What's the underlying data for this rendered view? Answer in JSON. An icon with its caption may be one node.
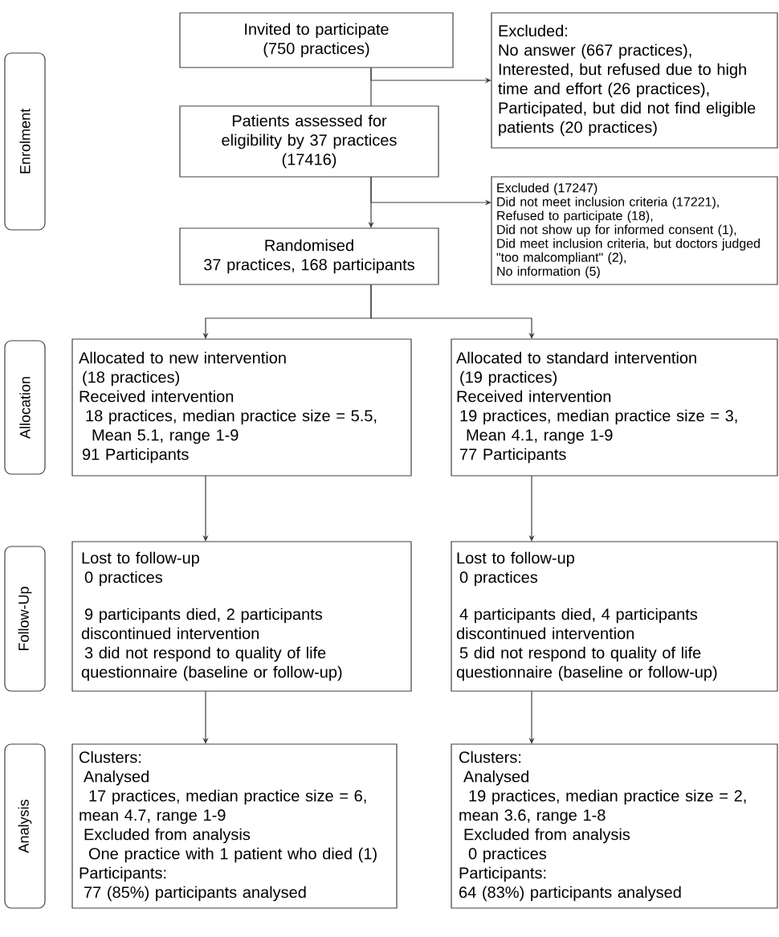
{
  "diagram": {
    "nodes": [
      {
        "text": [
          "Invited to participate (750 practices)"
        ]
      },
      {
        "text": [
          "Excluded:",
          "No answer (667 practices),",
          "Interested, but refused due to high time and effort (26 practices),",
          "Participated, but did not find eligible patients (20 practices)"
        ]
      },
      {
        "text": [
          "Patients assessed for eligibility by 37 practices",
          "(17416)"
        ]
      },
      {
        "text": [
          "Excluded (17247)",
          "Did not meet inclusion criteria (17221),",
          "Refused to participate (18),",
          "Did not show up for informed consent (1),",
          "Did meet inclusion criteria, but doctors judged \"too malcompliant\" (2),",
          "No information (5)"
        ]
      },
      {
        "text": [
          "Randomised",
          "37 practices, 168 participants"
        ]
      },
      {
        "text": [
          "Allocated to new intervention",
          "(18 practices)",
          "Received intervention",
          "18 practices, median practice size = 5.5,",
          "Mean 5.1, range 1-9",
          "91 Participants"
        ]
      },
      {
        "text": [
          "Allocated to standard intervention",
          "(19 practices)",
          "Received intervention",
          "19 practices, median practice size = 3,",
          "Mean 4.1, range 1-9",
          "77 Participants"
        ]
      },
      {
        "text": [
          "Lost to follow-up",
          "0 practices",
          "9 participants died, 2 participants discontinued intervention",
          "3 did not respond to quality of life questionnaire (baseline or follow-up)"
        ]
      },
      {
        "text": [
          "Lost to follow-up",
          "0 practices",
          "4 participants died, 4 participants discontinued intervention",
          "5 did not respond to quality of life questionnaire (baseline or follow-up)"
        ]
      },
      {
        "text": [
          "Clusters:",
          "Analysed",
          "17 practices, median practice size = 6, mean 4.7, range 1-9",
          "Excluded from analysis",
          "One practice with 1 patient who died (1)",
          "Participants:",
          "77 (85%) participants analysed"
        ]
      },
      {
        "text": [
          "Clusters:",
          "Analysed",
          "19 practices, median practice size = 2, mean 3.6, range 1-8",
          "Excluded from analysis",
          "0 practices",
          "Participants:",
          "64 (83%) participants analysed"
        ]
      },
      {
        "text": [
          "Enrolment"
        ]
      },
      {
        "text": [
          "Allocation"
        ]
      },
      {
        "text": [
          "Follow-Up"
        ]
      },
      {
        "text": [
          "Analysis"
        ]
      }
    ],
    "edges": [
      {
        "from": 0,
        "to": 2,
        "arrow": "none"
      },
      {
        "from": 0,
        "to": 1,
        "arrow": "to"
      },
      {
        "from": 2,
        "to": 4,
        "arrow": "to"
      },
      {
        "from": 2,
        "to": 3,
        "arrow": "to"
      },
      {
        "from": 4,
        "to": 5,
        "arrow": "to"
      },
      {
        "from": 4,
        "to": 6,
        "arrow": "to"
      },
      {
        "from": 5,
        "to": 7,
        "arrow": "to"
      },
      {
        "from": 6,
        "to": 8,
        "arrow": "to"
      },
      {
        "from": 7,
        "to": 9,
        "arrow": "to"
      },
      {
        "from": 8,
        "to": 10,
        "arrow": "to"
      }
    ]
  }
}
